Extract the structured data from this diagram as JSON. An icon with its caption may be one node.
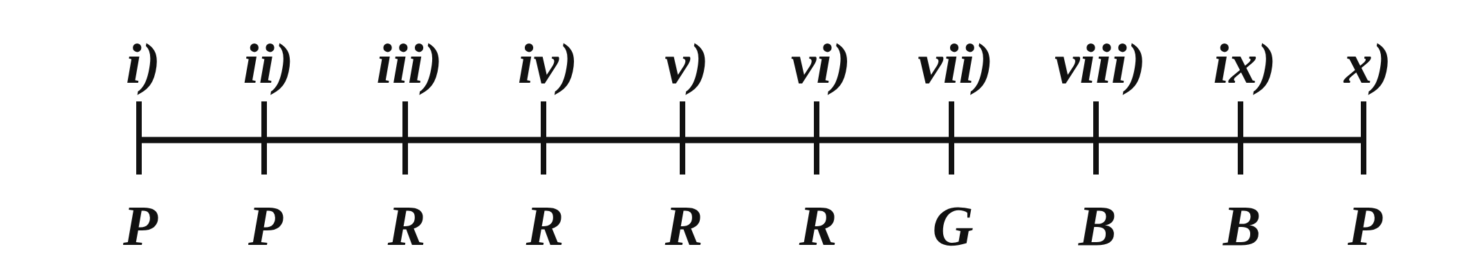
{
  "diagram": {
    "nodes": [
      {
        "text": [
          "i)",
          "P"
        ]
      },
      {
        "text": [
          "ii)",
          "P"
        ]
      },
      {
        "text": [
          "iii)",
          "R"
        ]
      },
      {
        "text": [
          "iv)",
          "R"
        ]
      },
      {
        "text": [
          "v)",
          "R"
        ]
      },
      {
        "text": [
          "vi)",
          "R"
        ]
      },
      {
        "text": [
          "vii)",
          "G"
        ]
      },
      {
        "text": [
          "viii)",
          "B"
        ]
      },
      {
        "text": [
          "ix)",
          "B"
        ]
      },
      {
        "text": [
          "x)",
          "P"
        ]
      }
    ],
    "edges": [
      {
        "from": 0,
        "to": 1,
        "arrow": "none"
      },
      {
        "from": 1,
        "to": 2,
        "arrow": "none"
      },
      {
        "from": 2,
        "to": 3,
        "arrow": "none"
      },
      {
        "from": 3,
        "to": 4,
        "arrow": "none"
      },
      {
        "from": 4,
        "to": 5,
        "arrow": "none"
      },
      {
        "from": 5,
        "to": 6,
        "arrow": "none"
      },
      {
        "from": 6,
        "to": 7,
        "arrow": "none"
      },
      {
        "from": 7,
        "to": 8,
        "arrow": "none"
      },
      {
        "from": 8,
        "to": 9,
        "arrow": "none"
      }
    ]
  }
}
